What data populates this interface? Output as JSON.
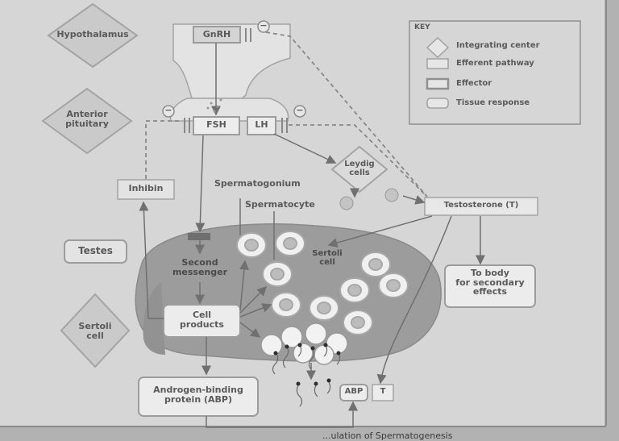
{
  "key": {
    "title": "KEY",
    "items": [
      {
        "shape": "diamond",
        "label": "Integrating center"
      },
      {
        "shape": "rect",
        "label": "Efferent pathway"
      },
      {
        "shape": "rect-bold",
        "label": "Effector"
      },
      {
        "shape": "rounded",
        "label": "Tissue response"
      }
    ]
  },
  "labels": {
    "hypothalamus": "Hypothalamus",
    "gnrh": "GnRH",
    "anterior_pituitary": "Anterior\npituitary",
    "fsh": "FSH",
    "lh": "LH",
    "inhibin": "Inhibin",
    "spermatogonium": "Spermatogonium",
    "spermatocyte": "Spermatocyte",
    "leydig_cells": "Leydig\ncells",
    "testosterone": "Testosterone (T)",
    "testes": "Testes",
    "second_messenger": "Second\nmessenger",
    "sertoli_cell_inner": "Sertoli\ncell",
    "cell_products": "Cell\nproducts",
    "to_body": "To body\nfor secondary\neffects",
    "sertoli_cell": "Sertoli\ncell",
    "abp_box": "Androgen-binding\nprotein (ABP)",
    "abp": "ABP",
    "t": "T",
    "minus": "−"
  },
  "caption": "...ulation of Spermatogenesis"
}
